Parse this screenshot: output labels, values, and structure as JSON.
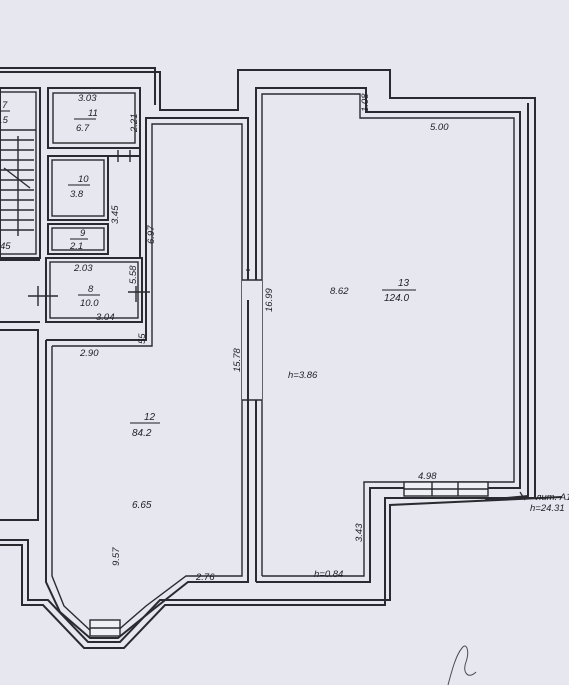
{
  "rooms": {
    "r7": {
      "number": "7",
      "area": ".5"
    },
    "r11": {
      "top_width": "3.03",
      "number": "11",
      "area": "6.7",
      "side": "2.21"
    },
    "r10": {
      "number": "10",
      "area": "3.8"
    },
    "r9": {
      "number": "9",
      "area": "2.1"
    },
    "r8": {
      "top_width": "2.03",
      "number": "8",
      "area": "10.0",
      "bottom_width": "3.04"
    },
    "r12": {
      "number": "12",
      "area": "84.2"
    },
    "r13": {
      "number": "13",
      "area": "124.0"
    }
  },
  "dimensions": {
    "d_108": "1.08",
    "d_500": "5.00",
    "d_345": "3.45",
    "d_697": "6.97",
    "d_558": "5.58",
    "d_45": "45",
    "d_55": "55",
    "d_290": "2.90",
    "d_1578": "15.78",
    "d_1699": "16.99",
    "d_862": "8.62",
    "d_665": "6.65",
    "d_957": "9.57",
    "d_276": "2.76",
    "d_498": "4.98",
    "d_343": "3.43"
  },
  "heights": {
    "room13_h": "h=3.86",
    "room13_floor": "h=0.84",
    "lit_label": "лит. А1",
    "lit_height": "h=24.31"
  }
}
